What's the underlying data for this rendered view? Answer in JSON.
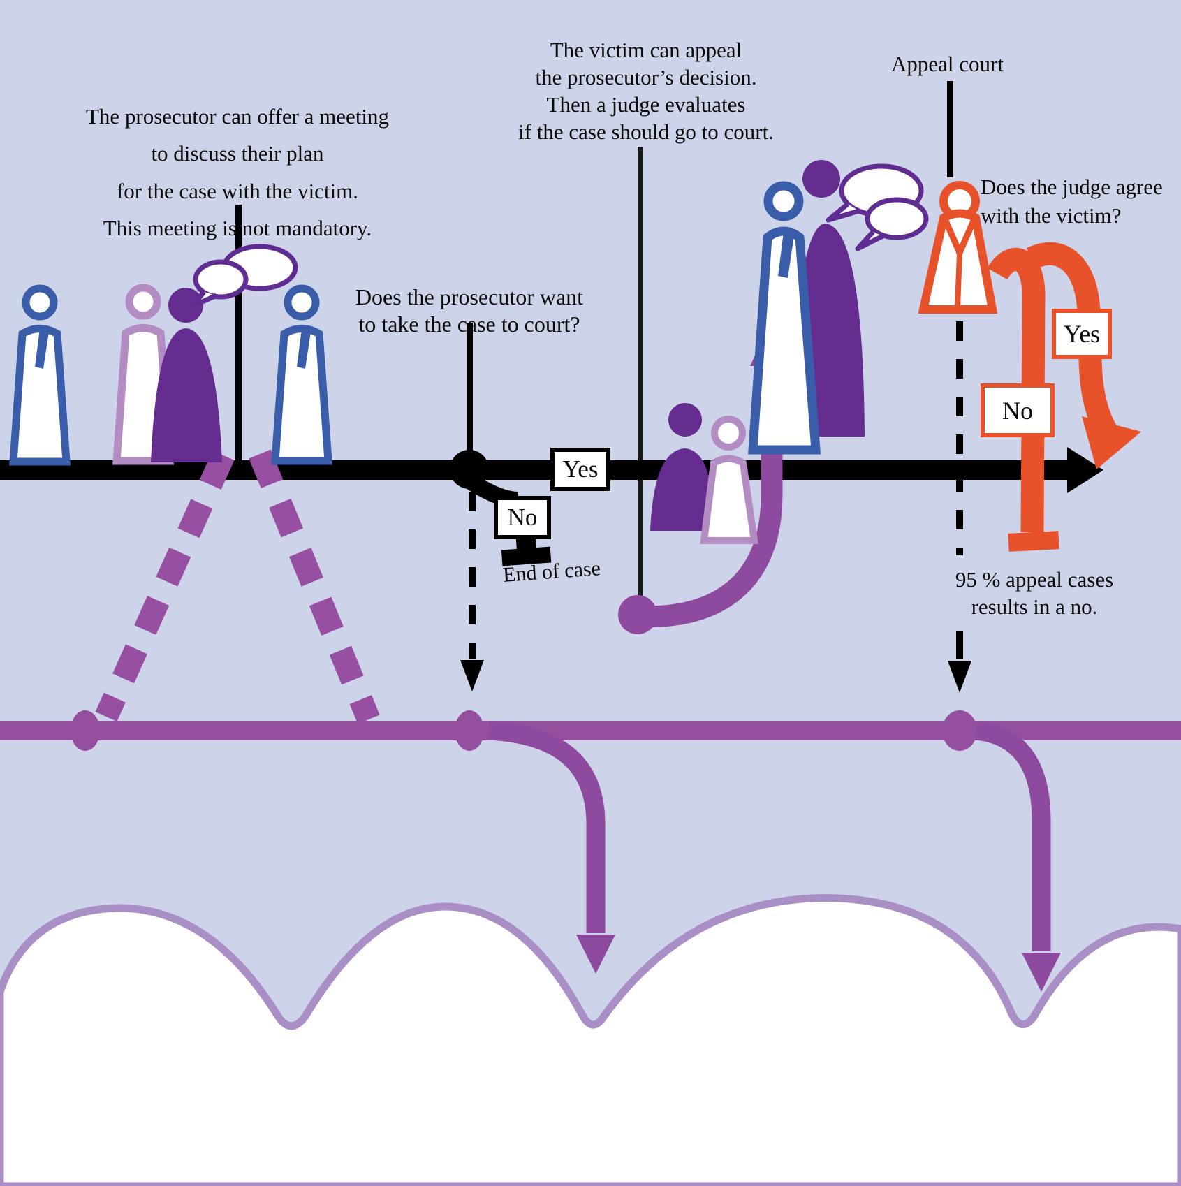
{
  "diagram_title_implicit": "Criminal case decision flow: prosecutor timeline and victim appeal",
  "annotations": {
    "meeting_note": "The prosecutor  can offer a meeting\nto discuss their plan\nfor the case with the victim.\nThis meeting is not mandatory.",
    "appeal_note": "The victim can appeal\nthe prosecutor’s decision.\nThen a judge evaluates\nif the case should go to court.",
    "appeal_court": "Appeal court",
    "judge_question": "Does the judge agree\nwith the victim?",
    "prosecutor_question": "Does the prosecutor want\nto take the case to court?",
    "end_of_case": "End of case",
    "appeal_stat": "95 % appeal cases\nresults in a no."
  },
  "decision_labels": {
    "prosecutor_yes": "Yes",
    "prosecutor_no": "No",
    "judge_yes": "Yes",
    "judge_no": "No"
  },
  "icons": {
    "prosecutor": "person-outline-blue-icon",
    "victim_support": "person-outline-lightpurple-icon",
    "victim": "person-filled-purple-icon",
    "appeal_judge": "person-robe-orange-icon",
    "conversation": "speech-bubbles-icon",
    "end_marker": "terminator-t-bar-icon"
  },
  "colors": {
    "background": "#cdd4e9",
    "timeline_black": "#000000",
    "path_purple": "#94509e",
    "dash_purple": "#9750a1",
    "figure_dark_purple": "#662d91",
    "figure_light_purple": "#b48cc4",
    "figure_blue": "#3a5da9",
    "bubble_outline": "#5f2c91",
    "appeal_orange": "#e8522a",
    "cloud_outline": "#a98fc6"
  }
}
